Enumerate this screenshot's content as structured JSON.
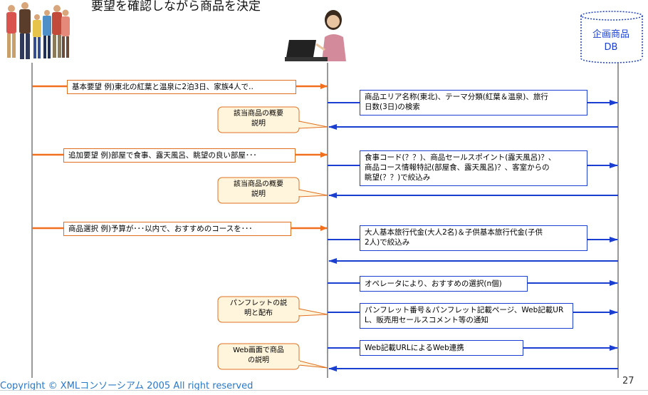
{
  "title": "要望を確認しながら商品を決定",
  "db": {
    "line1": "企画商品",
    "line2": "DB"
  },
  "requests": [
    "基本要望 例)東北の紅葉と温泉に2泊3日、家族4人で‥",
    "追加要望 例)部屋で食事、露天風呂、眺望の良い部屋･･･",
    "商品選択 例)予算が･･･以内で、おすすめのコースを･･･"
  ],
  "queries": [
    {
      "line1": "商品エリア名称(東北)、テーマ分類(紅葉＆温泉)、旅行",
      "line2": "日数(3日)の検索",
      "line3": ""
    },
    {
      "line1": "食事コード(？？)、商品セールスポイント(露天風呂)？、",
      "line2": "商品コース情報特記(部屋食、露天風呂)？、客室からの",
      "line3": "眺望(？？)で絞込み"
    },
    {
      "line1": "大人基本旅行代金(大人2名)＆子供基本旅行代金(子供",
      "line2": "2人)で絞込み",
      "line3": ""
    },
    {
      "line1": "オペレータにより、おすすめの選択(n個)",
      "line2": "",
      "line3": ""
    },
    {
      "line1": "パンフレット番号＆パンフレット記載ページ、Web記載UR",
      "line2": "L、販売用セールスコメント等の通知",
      "line3": ""
    },
    {
      "line1": "Web記載URLによるWeb連携",
      "line2": "",
      "line3": ""
    }
  ],
  "notes": [
    {
      "line1": "該当商品の概要",
      "line2": "説明"
    },
    {
      "line1": "該当商品の概要",
      "line2": "説明"
    },
    {
      "line1": "パンフレットの説",
      "line2": "明と配布"
    },
    {
      "line1": "Web画面で商品",
      "line2": "の説明"
    }
  ],
  "footer": "Copyright © XMLコンソーシアム 2005 All right reserved",
  "page_number": "27",
  "colors": {
    "request_arrow": "#f07020",
    "query_arrow": "#1a3fd0",
    "note_fill": "#fff4dc",
    "note_stroke": "#e07020"
  }
}
